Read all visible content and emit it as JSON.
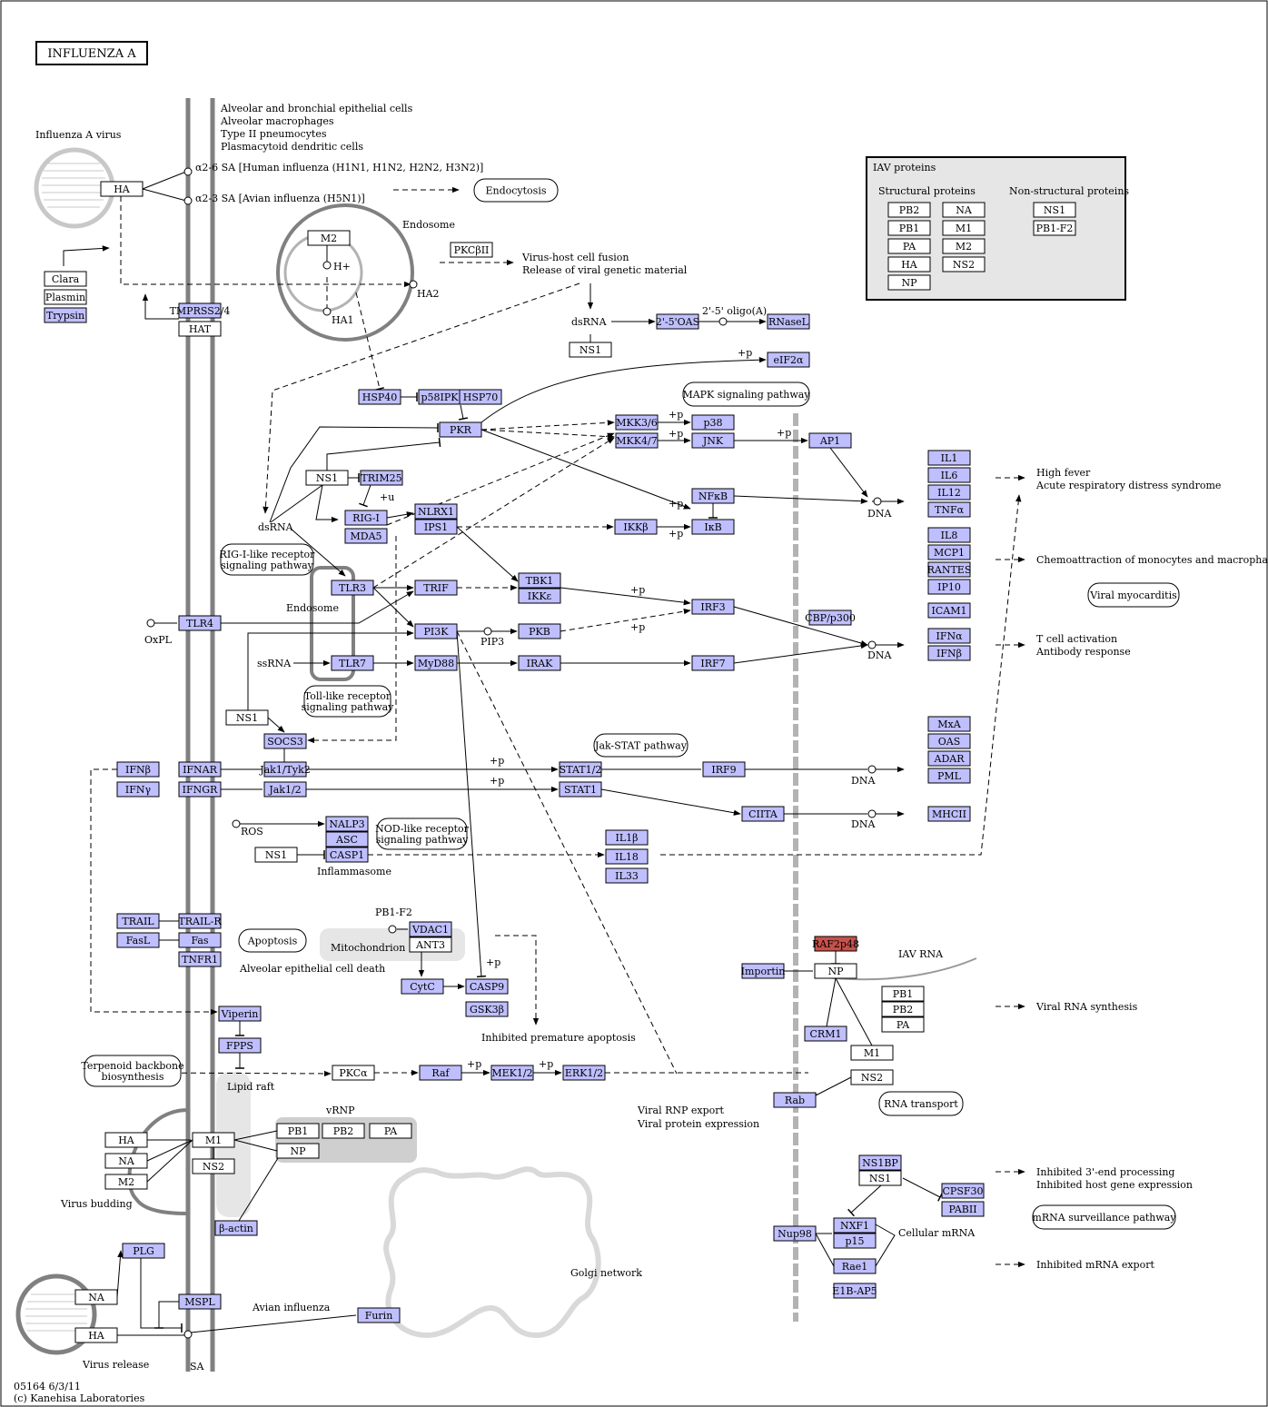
{
  "title": "INFLUENZA A",
  "colors": {
    "gene_fill": "#bfbfff",
    "highlight_fill": "#c8514a",
    "box_fill": "#ffffff",
    "membrane": "#808080",
    "legend_bg": "#e6e6e6"
  },
  "cell_labels": {
    "l1": "Alveolar and bronchial epithelial cells",
    "l2": "Alveolar macrophages",
    "l3": "Type II pneumocytes",
    "l4": "Plasmacytoid dendritic cells"
  },
  "legend": {
    "title": "IAV proteins",
    "structural_label": "Structural proteins",
    "nonstructural_label": "Non-structural proteins",
    "structural": [
      "PB2",
      "PB1",
      "PA",
      "HA",
      "NP",
      "NA",
      "M1",
      "M2",
      "NS2"
    ],
    "nonstructural": [
      "NS1",
      "PB1-F2"
    ]
  },
  "genes": {
    "tmprss2": "TMPRSS2/4",
    "trypsin": "Trypsin",
    "p2oas": "2'-5'OAS",
    "rnasel": "RNaseL",
    "eif2a": "eIF2α",
    "hsp40": "HSP40",
    "p58ipk": "p58IPK",
    "hsp70": "HSP70",
    "pkr": "PKR",
    "mkk36": "MKK3/6",
    "mkk47": "MKK4/7",
    "p38": "p38",
    "jnk": "JNK",
    "ap1": "AP1",
    "trim25": "TRIM25",
    "rigi": "RIG-I",
    "mda5": "MDA5",
    "nlrx1": "NLRX1",
    "ips1": "IPS1",
    "ikkb": "IKKβ",
    "nfkb": "NFκB",
    "ikb": "IκB",
    "tlr3": "TLR3",
    "trif": "TRIF",
    "tbk1": "TBK1",
    "ikke": "IKKε",
    "irf3": "IRF3",
    "cbp": "CBP/p300",
    "tlr4": "TLR4",
    "pi3k": "PI3K",
    "pkb": "PKB",
    "tlr7": "TLR7",
    "myd88": "MyD88",
    "irak": "IRAK",
    "irf7": "IRF7",
    "socs3": "SOCS3",
    "ifnb_l": "IFNβ",
    "ifnar": "IFNAR",
    "jaktyk": "Jak1/Tyk2",
    "stat12": "STAT1/2",
    "irf9": "IRF9",
    "ifng_l": "IFNγ",
    "ifngr": "IFNGR",
    "jak12": "Jak1/2",
    "stat1": "STAT1",
    "ciita": "CIITA",
    "nalp3": "NALP3",
    "asc": "ASC",
    "casp1": "CASP1",
    "il1b": "IL1β",
    "il18": "IL18",
    "il33": "IL33",
    "trail": "TRAIL",
    "trailr": "TRAIL-R",
    "fasl": "FasL",
    "fas": "Fas",
    "tnfr1": "TNFR1",
    "vdac1": "VDAC1",
    "cytc": "CytC",
    "casp9": "CASP9",
    "gsk3b": "GSK3β",
    "viperin": "Viperin",
    "fpps": "FPPS",
    "raf": "Raf",
    "mek12": "MEK1/2",
    "erk12": "ERK1/2",
    "bactin": "β-actin",
    "plg": "PLG",
    "mspl": "MSPL",
    "furin": "Furin",
    "importin": "Importin",
    "crm1": "CRM1",
    "rab": "Rab",
    "ns1bp": "NS1BP",
    "cpsf30": "CPSF30",
    "pabii": "PABII",
    "nup98": "Nup98",
    "nxf1": "NXF1",
    "p15": "p15",
    "rae1": "Rae1",
    "e1bap5": "E1B-AP5",
    "il1": "IL1",
    "il6": "IL6",
    "il12": "IL12",
    "tnfa": "TNFα",
    "il8": "IL8",
    "mcp1": "MCP1",
    "rantes": "RANTES",
    "ip10": "IP10",
    "icam1": "ICAM1",
    "ifna": "IFNα",
    "ifnb_r": "IFNβ",
    "mxa": "MxA",
    "oas": "OAS",
    "adar": "ADAR",
    "pml": "PML",
    "mhcii": "MHCII"
  },
  "raf2p48": "RAF2p48",
  "boxes": {
    "ha_top": "HA",
    "clara": "Clara",
    "plasmin": "Plasmin",
    "hat": "HAT",
    "m2": "M2",
    "pkcb": "PKCβII",
    "ns1_a": "NS1",
    "ns1_b": "NS1",
    "ns1_c": "NS1",
    "ns1_d": "NS1",
    "pkca": "PKCα",
    "ant3": "ANT3",
    "np_nuc": "NP",
    "pb1_n": "PB1",
    "pb2_n": "PB2",
    "pa_n": "PA",
    "m1_n": "M1",
    "ns2_n": "NS2",
    "ha_b": "HA",
    "na_b": "NA",
    "m2_b": "M2",
    "m1_b": "M1",
    "ns2_b": "NS2",
    "pb1_v": "PB1",
    "pb2_v": "PB2",
    "pa_v": "PA",
    "np_v": "NP",
    "na_r": "NA",
    "ha_r": "HA",
    "ns1_bp": "NS1"
  },
  "pathways": {
    "endocytosis": "Endocytosis",
    "mapk": "MAPK signaling pathway",
    "rigi_path": "RIG-I-like receptor signaling pathway",
    "tlr_path": "Toll-like receptor signaling pathway",
    "jakstat": "Jak-STAT pathway",
    "nod": "NOD-like receptor signaling pathway",
    "apoptosis": "Apoptosis",
    "viral_myo": "Viral myocarditis",
    "terpenoid": "Terpenoid backbone biosynthesis",
    "rna_transport": "RNA transport",
    "mrna_surv": "mRNA surveillance pathway"
  },
  "labels": {
    "influenza_virus": "Influenza A virus",
    "a26": "α2-6 SA  [Human influenza (H1N1, H1N2, H2N2, H3N2)]",
    "a23": "α2-3 SA  [Avian influenza (H5N1)]",
    "endosome_top": "Endosome",
    "hplus": "H+",
    "ha1": "HA1",
    "ha2": "HA2",
    "fusion1": "Virus-host cell fusion",
    "fusion2": "Release of viral genetic material",
    "dsrna_top": "dsRNA",
    "oligo": "2'-5' oligo(A)",
    "dsrna_left": "dsRNA",
    "endosome_mid": "Endosome",
    "oxpl": "OxPL",
    "pip3": "PIP3",
    "ssrna": "ssRNA",
    "ros": "ROS",
    "inflammasome": "Inflammasome",
    "pb1f2": "PB1-F2",
    "mitochondrion": "Mitochondrion",
    "alv_death": "Alveolar epithelial cell death",
    "inhib_apop": "Inhibited premature apoptosis",
    "lipid_raft": "Lipid raft",
    "vrnp": "vRNP",
    "virus_budding": "Virus budding",
    "golgi": "Golgi network",
    "viral_rnp1": "Viral RNP export",
    "viral_rnp2": "Viral protein expression",
    "avian_influenza": "Avian influenza",
    "sa": "SA",
    "virus_release": "Virus release",
    "iav_rna": "IAV RNA",
    "cellular_mrna": "Cellular mRNA",
    "dna": "DNA",
    "p": "+p",
    "u": "+u",
    "out_fever1": "High fever",
    "out_fever2": "Acute respiratory distress syndrome",
    "out_chemo": "Chemoattraction of monocytes and macrophages",
    "out_tcell1": "T cell activation",
    "out_tcell2": "Antibody response",
    "out_vrs": "Viral RNA synthesis",
    "out_inh1": "Inhibited 3'-end processing",
    "out_inh2": "Inhibited host gene expression",
    "out_mrna": "Inhibited mRNA export",
    "footer1": "05164 6/3/11",
    "footer2": "(c) Kanehisa Laboratories"
  }
}
